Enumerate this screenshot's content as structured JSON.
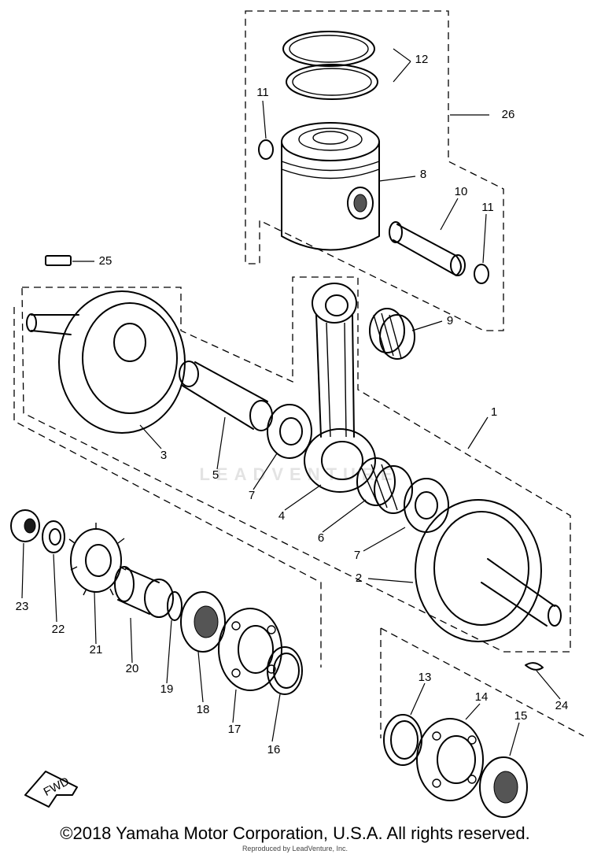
{
  "diagram": {
    "callouts": [
      {
        "id": "1",
        "text": "1"
      },
      {
        "id": "2",
        "text": "2"
      },
      {
        "id": "3",
        "text": "3"
      },
      {
        "id": "4",
        "text": "4"
      },
      {
        "id": "5",
        "text": "5"
      },
      {
        "id": "6",
        "text": "6"
      },
      {
        "id": "7a",
        "text": "7"
      },
      {
        "id": "7b",
        "text": "7"
      },
      {
        "id": "8",
        "text": "8"
      },
      {
        "id": "9",
        "text": "9"
      },
      {
        "id": "10",
        "text": "10"
      },
      {
        "id": "11a",
        "text": "11"
      },
      {
        "id": "11b",
        "text": "11"
      },
      {
        "id": "12",
        "text": "12"
      },
      {
        "id": "13",
        "text": "13"
      },
      {
        "id": "14",
        "text": "14"
      },
      {
        "id": "15",
        "text": "15"
      },
      {
        "id": "16",
        "text": "16"
      },
      {
        "id": "17",
        "text": "17"
      },
      {
        "id": "18",
        "text": "18"
      },
      {
        "id": "19",
        "text": "19"
      },
      {
        "id": "20",
        "text": "20"
      },
      {
        "id": "21",
        "text": "21"
      },
      {
        "id": "22",
        "text": "22"
      },
      {
        "id": "23",
        "text": "23"
      },
      {
        "id": "24",
        "text": "24"
      },
      {
        "id": "25",
        "text": "25"
      },
      {
        "id": "26",
        "text": "26"
      }
    ],
    "fwd_label": "FWD",
    "watermark": "LEADVENTURE"
  },
  "footer": {
    "copyright": "©2018 Yamaha Motor Corporation, U.S.A. All rights reserved.",
    "reproduced": "Reproduced by LeadVenture, Inc."
  }
}
